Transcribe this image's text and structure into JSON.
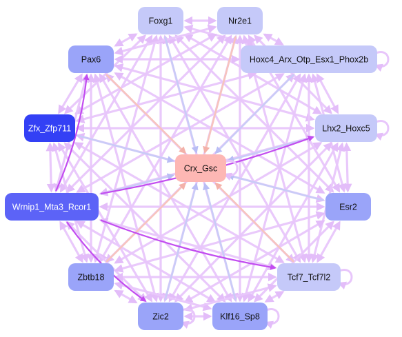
{
  "diagram": {
    "type": "gene-regulatory-network",
    "colors": {
      "edge_default": "#e8c6fb",
      "edge_strong": "#c24cf0",
      "edge_toward_center_blue": "#c9ccf7",
      "edge_toward_center_red": "#f7c4bd",
      "hub_node": "#fdb7b4",
      "node_light": "#c5c9f9",
      "node_medium": "#9aa4f9",
      "node_strong": "#5c63f7",
      "node_darkest": "#3340f5"
    },
    "nodes": [
      {
        "id": "foxg1",
        "label": "Foxg1",
        "fill": "#c5c9f9",
        "text_color": "#111111"
      },
      {
        "id": "nr2e1",
        "label": "Nr2e1",
        "fill": "#c5c9f9",
        "text_color": "#111111"
      },
      {
        "id": "pax6",
        "label": "Pax6",
        "fill": "#9aa4f9",
        "text_color": "#111111"
      },
      {
        "id": "hoxc4",
        "label": "Hoxc4_Arx_Otp_Esx1_Phox2b",
        "fill": "#c5c9f9",
        "text_color": "#111111"
      },
      {
        "id": "zfx",
        "label": "Zfx_Zfp711",
        "fill": "#3340f5",
        "text_color": "#ffffff"
      },
      {
        "id": "lhx2",
        "label": "Lhx2_Hoxc5",
        "fill": "#c5c9f9",
        "text_color": "#111111"
      },
      {
        "id": "crx",
        "label": "Crx_Gsc",
        "fill": "#fdb7b4",
        "text_color": "#111111"
      },
      {
        "id": "wrnip1",
        "label": "Wrnip1_Mta3_Rcor1",
        "fill": "#5c63f7",
        "text_color": "#ffffff"
      },
      {
        "id": "esr2",
        "label": "Esr2",
        "fill": "#9aa4f9",
        "text_color": "#111111"
      },
      {
        "id": "zbtb18",
        "label": "Zbtb18",
        "fill": "#9aa4f9",
        "text_color": "#111111"
      },
      {
        "id": "tcf7",
        "label": "Tcf7_Tcf7l2",
        "fill": "#c5c9f9",
        "text_color": "#111111"
      },
      {
        "id": "zic2",
        "label": "Zic2",
        "fill": "#9aa4f9",
        "text_color": "#111111"
      },
      {
        "id": "klf16",
        "label": "Klf16_Sp8",
        "fill": "#9aa4f9",
        "text_color": "#111111"
      }
    ],
    "edges_to_hub": [
      {
        "from": "foxg1",
        "to": "crx",
        "color": "#c9ccf7"
      },
      {
        "from": "nr2e1",
        "to": "crx",
        "color": "#f7c4bd"
      },
      {
        "from": "pax6",
        "to": "crx",
        "color": "#f7c4bd"
      },
      {
        "from": "hoxc4",
        "to": "crx",
        "color": "#c9ccf7"
      },
      {
        "from": "zfx",
        "to": "crx",
        "color": "#c9ccf7"
      },
      {
        "from": "lhx2",
        "to": "crx",
        "color": "#c9ccf7"
      },
      {
        "from": "wrnip1",
        "to": "crx",
        "color": "#c9ccf7"
      },
      {
        "from": "esr2",
        "to": "crx",
        "color": "#c9ccf7"
      },
      {
        "from": "zbtb18",
        "to": "crx",
        "color": "#f7c4bd"
      },
      {
        "from": "tcf7",
        "to": "crx",
        "color": "#f7c4bd"
      },
      {
        "from": "zic2",
        "to": "crx",
        "color": "#c9ccf7"
      },
      {
        "from": "klf16",
        "to": "crx",
        "color": "#c9ccf7"
      }
    ],
    "strong_edges": [
      {
        "from": "wrnip1",
        "to": "pax6"
      },
      {
        "from": "wrnip1",
        "to": "lhx2"
      },
      {
        "from": "wrnip1",
        "to": "zic2"
      },
      {
        "from": "wrnip1",
        "to": "tcf7"
      }
    ],
    "self_loops": [
      "crx",
      "hoxc4",
      "lhx2",
      "tcf7",
      "klf16",
      "zic2"
    ]
  }
}
